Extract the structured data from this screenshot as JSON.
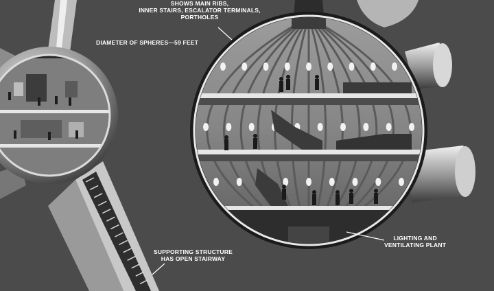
{
  "labels": {
    "top_callout": [
      "SHOWS MAIN RIBS,",
      "INNER STAIRS, ESCALATOR TERMINALS,",
      "PORTHOLES"
    ],
    "diameter": "DIAMETER OF SPHERES—59 FEET",
    "lighting": [
      "LIGHTING AND",
      "VENTILATING PLANT"
    ],
    "supporting": [
      "SUPPORTING STRUCTURE",
      "HAS OPEN STAIRWAY"
    ]
  },
  "colors": {
    "background": "#4b4b4b",
    "sphere_shell": "#1b1b1b",
    "interior": "#8a8a8a",
    "floor": "#e6e6e6",
    "text": "#ffffff"
  }
}
